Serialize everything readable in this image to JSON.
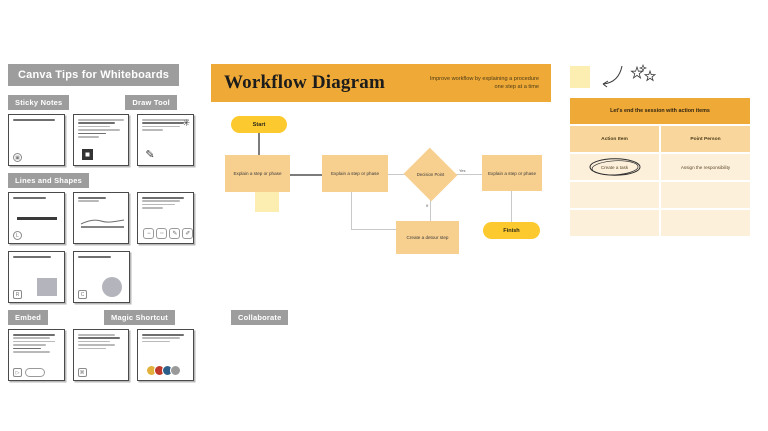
{
  "tips_panel": {
    "title": "Canva Tips for Whiteboards",
    "sections": [
      {
        "labels": [
          "Sticky Notes",
          "Draw Tool"
        ],
        "cards": [
          {
            "icon": "sticky-note-icon",
            "lines": [
              "w90"
            ]
          },
          {
            "icon": "qr-code-icon",
            "lines": [
              "w100",
              "w80",
              "w70",
              "w90",
              "w60",
              "w45"
            ]
          },
          {
            "icon": "pen-icon",
            "lines": [
              "w100",
              "w90",
              "w80",
              "w45"
            ]
          }
        ]
      },
      {
        "labels": [
          "Lines and Shapes"
        ],
        "cards": [
          {
            "icon": "line-icon",
            "lines": [
              "w70"
            ]
          },
          {
            "icon": "squiggle-icon",
            "lines": [
              "w60",
              "w45"
            ]
          },
          {
            "icon": "shape-tools-icon",
            "lines": [
              "w90",
              "w80",
              "w70",
              "w45"
            ]
          },
          {
            "icon": "square-shape-icon",
            "lines": [
              "w80"
            ]
          },
          {
            "icon": "circle-shape-icon",
            "lines": [
              "w70"
            ]
          }
        ]
      },
      {
        "labels": [
          "Embed",
          "Magic Shortcut",
          "Collaborate"
        ],
        "cards": [
          {
            "icon": "embed-icon",
            "lines": [
              "w90",
              "w80",
              "w90",
              "w70",
              "w60",
              "w80"
            ]
          },
          {
            "icon": "magic-shortcut-icon",
            "lines": [
              "w80",
              "w90",
              "w70",
              "w80",
              "w60"
            ]
          },
          {
            "icon": "collaborate-avatars-icon",
            "lines": [
              "w90",
              "w80",
              "w60"
            ]
          }
        ]
      }
    ]
  },
  "workflow": {
    "title": "Workflow Diagram",
    "subtitle": "Improve workflow by explaining a procedure one step at a time",
    "nodes": {
      "start": "Start",
      "step1": "Explain a step or phase",
      "step2": "Explain a step or phase",
      "decision": "Decision Point",
      "step3": "Explain a step or phase",
      "detour": "Create a detour step",
      "finish": "Finish"
    },
    "edge_labels": {
      "yes": "Yes",
      "if": "If"
    }
  },
  "action_panel": {
    "header": "Let's end the session with action items",
    "columns": [
      "Action Item",
      "Point Person"
    ],
    "rows": [
      [
        "Create a task",
        "Assign the responsibility"
      ],
      [
        "",
        ""
      ],
      [
        "",
        ""
      ]
    ]
  },
  "doodles": {
    "square": "sticky-square-doodle",
    "arrow": "curved-arrow-doodle",
    "stars": "sparkle-stars-doodle"
  },
  "colors": {
    "header_orange": "#efa937",
    "node_peach": "#f7cf8f",
    "pill_yellow": "#fcca2e",
    "sticky_yellow": "#fbeeb0",
    "table_cell": "#fdf0db",
    "chip_gray": "#9d9d9d"
  }
}
